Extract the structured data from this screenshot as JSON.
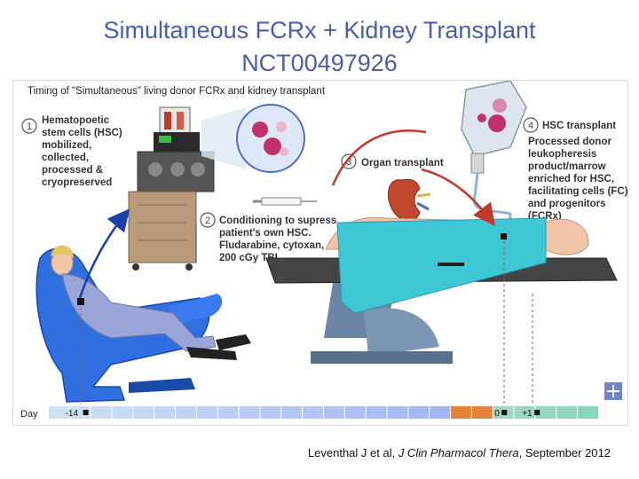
{
  "slide": {
    "title_line1": "Simultaneous FCRx + Kidney Transplant",
    "title_line2": "NCT00497926"
  },
  "figure": {
    "heading": "Timing of \"Simultaneous\" living donor FCRx and kidney transplant",
    "steps": [
      {
        "num": "1",
        "lines": [
          "Hematopoetic",
          "stem cells (HSC)",
          "mobilized,",
          "collected,",
          "processed &",
          "cryopreserved"
        ]
      },
      {
        "num": "2",
        "lines": [
          "Conditioning to supress",
          "patient's own HSC.",
          "Fludarabine, cytoxan,",
          "200 cGy TBI"
        ]
      },
      {
        "num": "3",
        "lines": [
          "Organ transplant"
        ]
      },
      {
        "num": "4",
        "lines": [
          "HSC transplant",
          "Processed donor",
          "leukopheresis",
          "product/marrow",
          "enriched for HSC,",
          "facilitating cells (FC)",
          "and progenitors",
          "(FCRx)"
        ]
      }
    ],
    "timeline": {
      "label": "Day",
      "markers": [
        {
          "label": "-14",
          "pos": 0.03
        },
        {
          "label": "0",
          "pos": 0.81
        },
        {
          "label": "+1",
          "pos": 0.86
        }
      ]
    },
    "colors": {
      "title": "#4a5fa8",
      "arrow_blue": "#1c3fa8",
      "arrow_red": "#c0392b",
      "chair": "#2f6fe0",
      "sheet": "#3fc7d6",
      "kidney": "#c2472f",
      "cell": "#c0306a"
    },
    "icons": [
      "apheresis-machine-icon",
      "recliner-chair-icon",
      "syringe-icon",
      "kidney-icon",
      "iv-bag-icon",
      "operating-table-icon",
      "blood-cell-icon"
    ]
  },
  "citation": {
    "authors": "Leventhal J et al, ",
    "journal": "J Clin Pharmacol Thera",
    "date": ", September 2012"
  }
}
